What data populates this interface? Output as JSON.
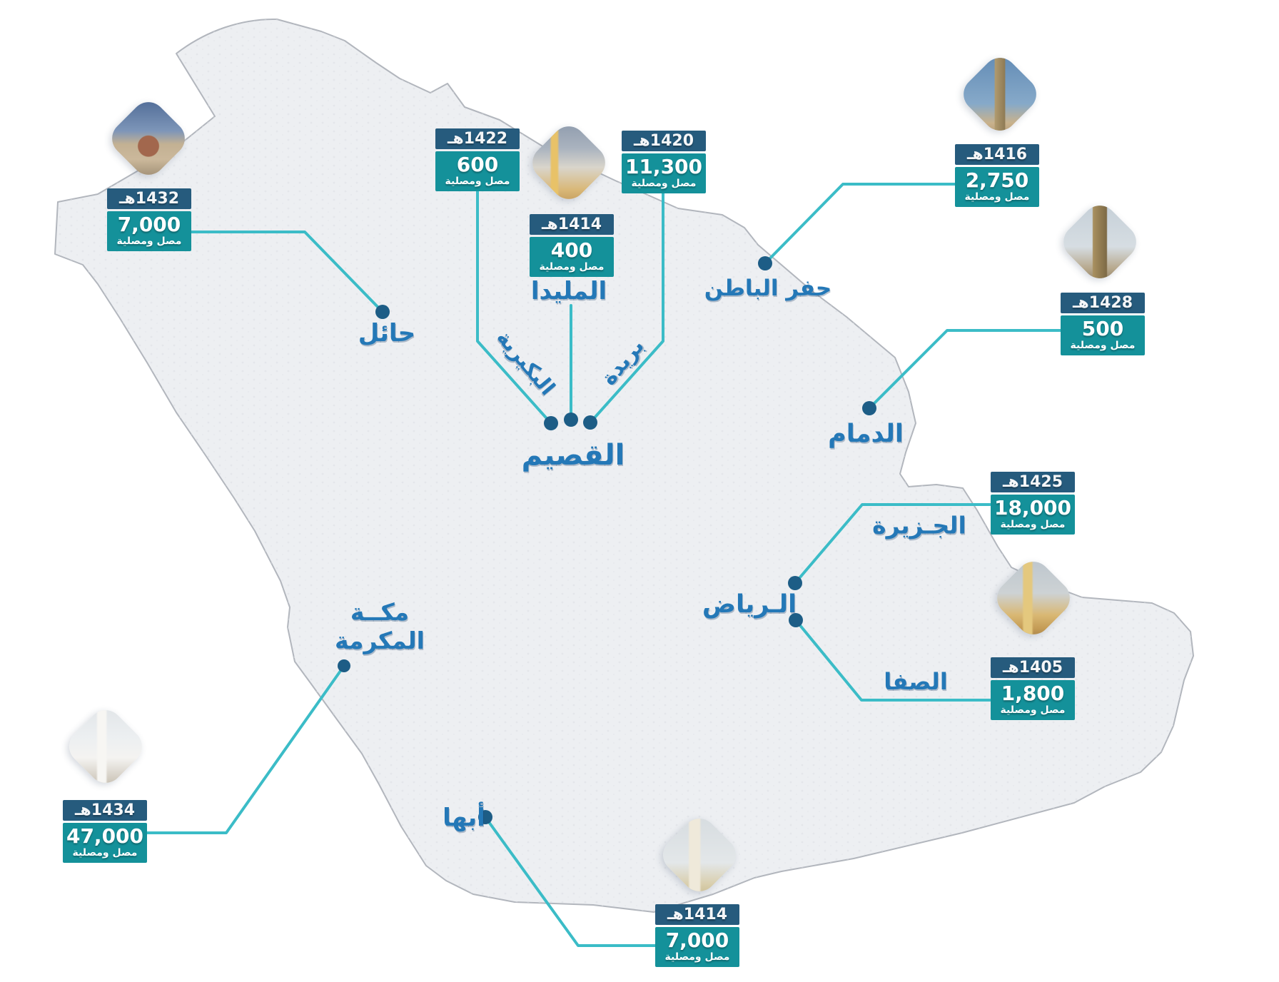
{
  "unit_phrase": "مصل ومصلية",
  "cards": [
    {
      "year": "1432هـ",
      "value": "7,000",
      "unit": "مصل ومصلية"
    },
    {
      "year": "1422هـ",
      "value": "600",
      "unit": "مصل ومصلية"
    },
    {
      "year": "1414هـ",
      "value": "400",
      "unit": "مصل ومصلية"
    },
    {
      "year": "1420هـ",
      "value": "11,300",
      "unit": "مصل ومصلية"
    },
    {
      "year": "1416هـ",
      "value": "2,750",
      "unit": "مصل ومصلية"
    },
    {
      "year": "1428هـ",
      "value": "500",
      "unit": "مصل ومصلية"
    },
    {
      "year": "1425هـ",
      "value": "18,000",
      "unit": "مصل ومصلية"
    },
    {
      "year": "1405هـ",
      "value": "1,800",
      "unit": "مصل ومصلية"
    },
    {
      "year": "1434هـ",
      "value": "47,000",
      "unit": "مصل ومصلية"
    },
    {
      "year": "1414هـ",
      "value": "7,000",
      "unit": "مصل ومصلية"
    }
  ],
  "labels": {
    "hail": "حائل",
    "mulayda": "المليدا",
    "bukayriyah": "البكيرية",
    "buraydah": "بريدة",
    "qassim": "القصيم",
    "hafar_albatin": "حفر الباطن",
    "dammam": "الدمام",
    "jazirah": "الجـزيرة",
    "riyadh": "الـرياض",
    "safa": "الصفا",
    "makkah_line1": "مكــة",
    "makkah_line2": "المكرمة",
    "abha": "أبها"
  },
  "colors": {
    "card_header": "#265b7d",
    "card_body": "#14919a",
    "connector": "#3bbcc7",
    "dot": "#1d5d86",
    "city_text": "#2478b7",
    "map_fill": "#edeff2",
    "map_stroke": "#b2b6bd"
  }
}
